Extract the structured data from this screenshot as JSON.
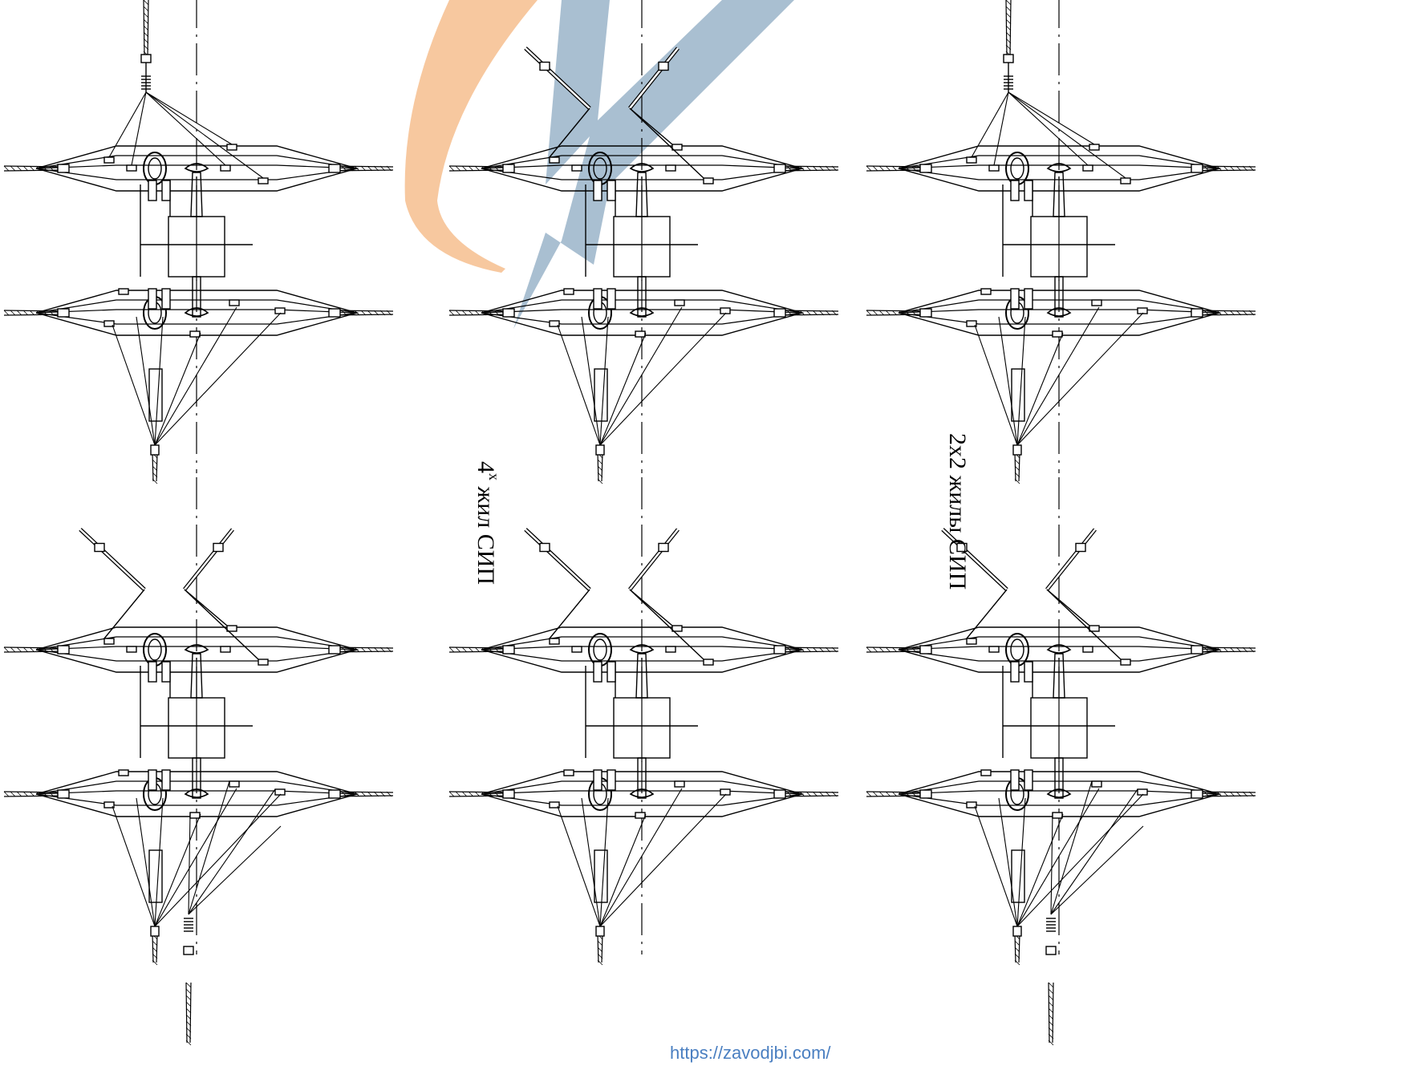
{
  "labels": {
    "left": "4х жил СИП",
    "left_number": "4",
    "left_sup": "х",
    "left_rest": " жил СИП",
    "right": "2х2 жилы СИП"
  },
  "url": "https://zavodjbi.com/",
  "colors": {
    "line": "#000000",
    "logo_orange": "#f7c89f",
    "logo_blue": "#a9bfd1",
    "url": "#4a7fc1"
  },
  "watermark": "logo (orange arc + blue lightning)"
}
